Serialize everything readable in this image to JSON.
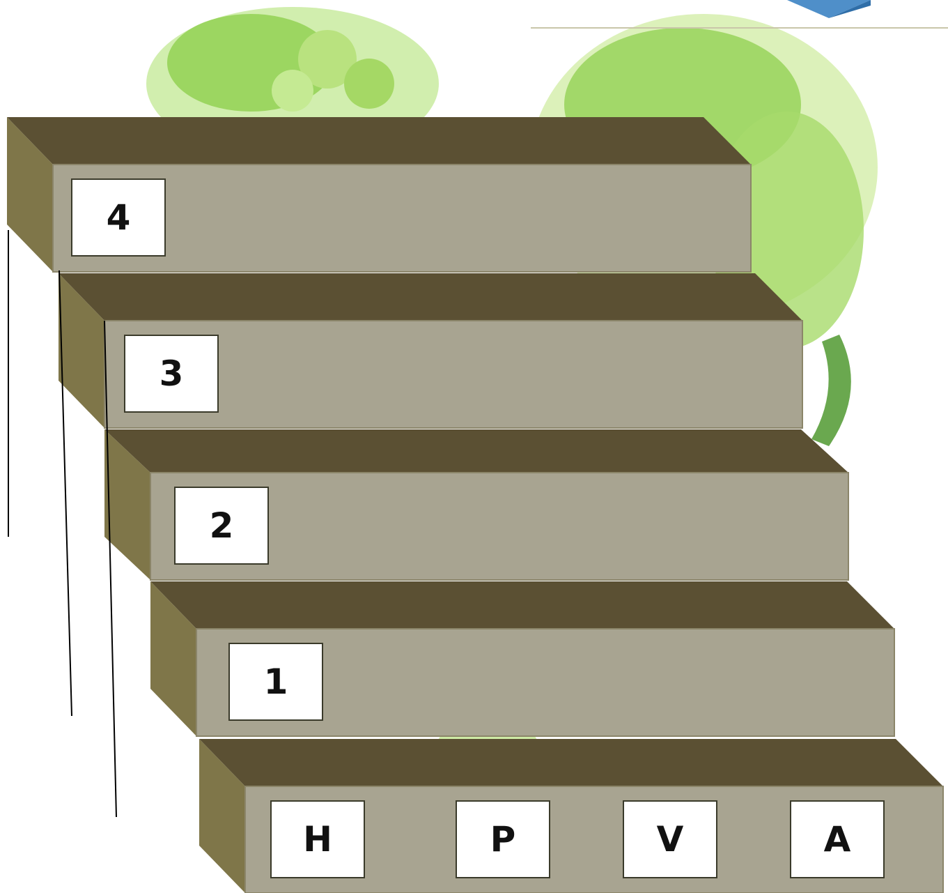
{
  "colors": {
    "step_top": "#5b5033",
    "step_side": "#7f7649",
    "step_front": "#a8a491",
    "step_edge": "#8b8569",
    "box_fill": "#ffffff",
    "box_border": "#3a3a2a",
    "leaf_green": "#8fcf4e",
    "leaf_light": "#d6efae",
    "cube_blue": "#4f8fc9",
    "thin_line": "#c9c6a9"
  },
  "background": {
    "image_subject": "green-vegetables-illustration"
  },
  "steps": [
    {
      "level": 4,
      "labels": [
        "4"
      ]
    },
    {
      "level": 3,
      "labels": [
        "3"
      ]
    },
    {
      "level": 2,
      "labels": [
        "2"
      ]
    },
    {
      "level": 1,
      "labels": [
        "1"
      ]
    },
    {
      "level": 0,
      "labels": [
        "H",
        "P",
        "V",
        "A"
      ]
    }
  ]
}
